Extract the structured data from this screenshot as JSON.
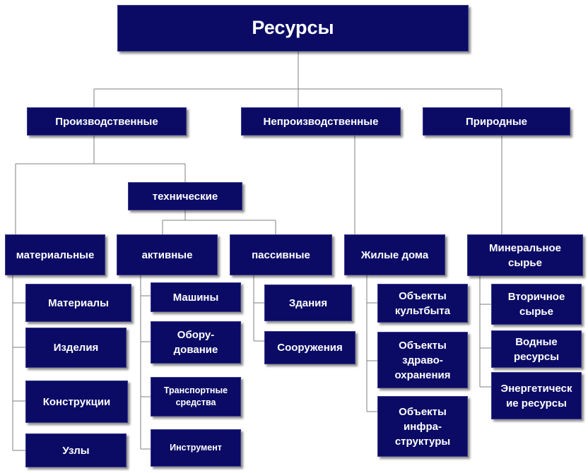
{
  "colors": {
    "box_fill": "#0b0b66",
    "box_text": "#ffffff",
    "connector": "#7f7f7f"
  },
  "root": "Ресурсы",
  "level1": {
    "production": "Производственные",
    "nonproduction": "Непроизводственные",
    "natural": "Природные"
  },
  "technical": "технические",
  "groups": {
    "material": "материальные",
    "active": "активные",
    "passive": "пассивные",
    "housing": "Жилые дома",
    "mineral": "Минеральное\nсырье"
  },
  "material_items": [
    "Материалы",
    "Изделия",
    "Конструкции",
    "Узлы"
  ],
  "active_items": [
    "Машины",
    "Обору-\nдование",
    "Транспортные\nсредства",
    "Инструмент"
  ],
  "passive_items": [
    "Здания",
    "Сооружения"
  ],
  "housing_items": [
    "Объекты\nкультбыта",
    "Объекты\nздраво-\nохранения",
    "Объекты\nинфра-\nструктуры"
  ],
  "mineral_items": [
    "Вторичное\nсырье",
    "Водные\nресурсы",
    "Энергетическ\nие ресурсы"
  ]
}
